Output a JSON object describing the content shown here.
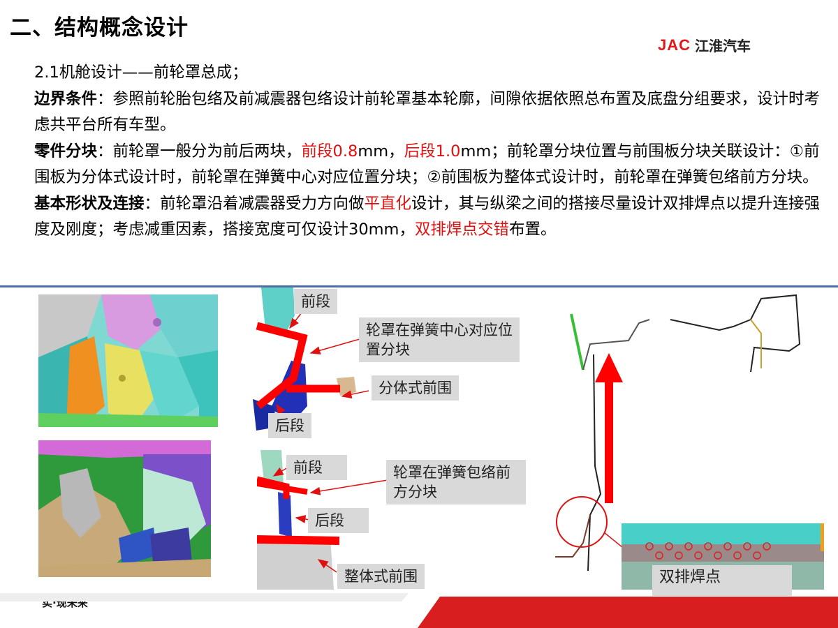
{
  "header": {
    "title": "二、结构概念设计",
    "logo_latin": "JAC",
    "logo_cn": "江淮汽车"
  },
  "content": {
    "line1": "2.1机舱设计——前轮罩总成；",
    "p1": {
      "label": "边界条件",
      "text": "：参照前轮胎包络及前减震器包络设计前轮罩基本轮廓，间隙依据依照总布置及底盘分组要求，设计时考虑共平台所有车型。"
    },
    "p2": {
      "label": "零件分块",
      "t1": "：前轮罩一般分为前后两块，",
      "red1": "前段0.8",
      "t2": "mm，",
      "red2": "后段1.0",
      "t3": "mm；前轮罩分块位置与前围板分块关联设计：①前围板为分体式设计时，前轮罩在弹簧中心对应位置分块；②前围板为整体式设计时，前轮罩在弹簧包络前方分块。"
    },
    "p3": {
      "label": "基本形状及连接",
      "t1": "：前轮罩沿着减震器受力方向做",
      "red1": "平直化",
      "t2": "设计，其与纵梁之间的搭接尽量设计双排焊点以提升连接强度及刚度；考虑减重因素，搭接宽度可仅设计30mm，",
      "red2": "双排焊点交错",
      "t3": "布置。"
    }
  },
  "labels": {
    "front1": "前段",
    "callout1": "轮罩在弹簧中心对应位置分块",
    "split_dash": "分体式前围",
    "rear1": "后段",
    "front2": "前段",
    "callout2": "轮罩在弹簧包络前方分块",
    "rear2": "后段",
    "whole_dash": "整体式前围",
    "double_weld": "双排焊点"
  },
  "footer": {
    "slogan": "实·现未来"
  },
  "colors": {
    "accent_red": "#e01010",
    "rule_blue": "#4a6fa8",
    "label_gray": "#d9d9d9"
  }
}
